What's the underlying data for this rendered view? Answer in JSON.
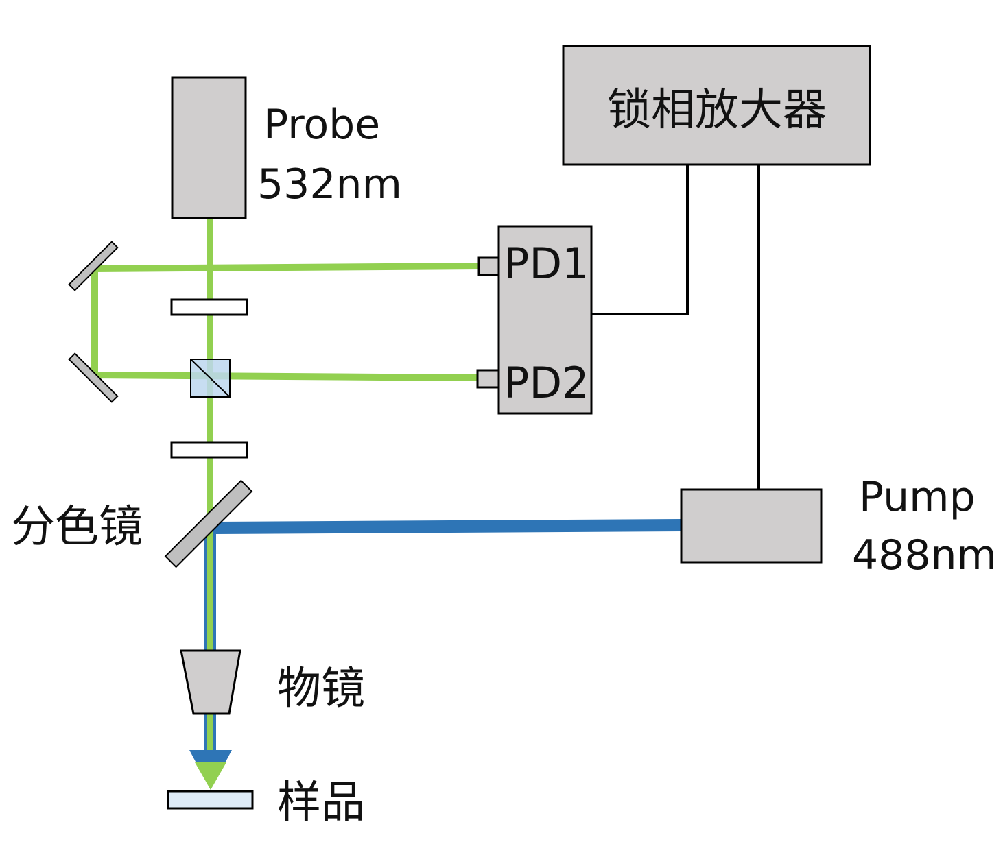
{
  "probe": {
    "name": "Probe",
    "wavelength": "532nm"
  },
  "pump": {
    "name": "Pump",
    "wavelength": "488nm"
  },
  "lock_in_amplifier": {
    "label": "锁相放大器"
  },
  "detectors": {
    "pd1": "PD1",
    "pd2": "PD2"
  },
  "dichroic_mirror": {
    "label": "分色镜"
  },
  "objective": {
    "label": "物镜"
  },
  "sample": {
    "label": "样品"
  },
  "colors": {
    "probe_beam": "#92d050",
    "pump_beam": "#2e75b6",
    "component_fill": "#d0cece",
    "component_stroke": "#000000",
    "beam_splitter_fill": "#bdd7ee",
    "sample_fill": "#deebf7",
    "wire": "#000000"
  }
}
